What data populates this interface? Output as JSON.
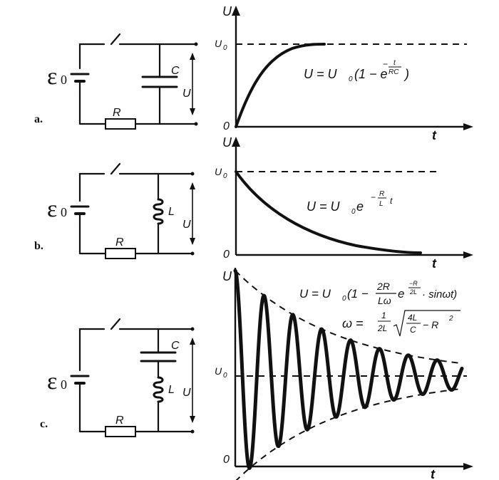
{
  "panels": [
    {
      "tag": "a.",
      "emf": "ε",
      "emf_sub": "0",
      "components": [
        "C"
      ],
      "resistor": "R",
      "voltage_label": "U",
      "graph": {
        "y_axis": "U",
        "x_axis": "t",
        "origin": "0",
        "asymptote": "U",
        "asymptote_sub": "0",
        "formula_parts": [
          "U = U",
          "0",
          " (1 − e",
          "−",
          "t",
          "RC",
          ")"
        ]
      }
    },
    {
      "tag": "b.",
      "emf": "ε",
      "emf_sub": "0",
      "components": [
        "L"
      ],
      "resistor": "R",
      "voltage_label": "U",
      "graph": {
        "y_axis": "U",
        "x_axis": "t",
        "origin": "0",
        "asymptote": "U",
        "asymptote_sub": "0",
        "formula_parts": [
          "U = U",
          "0",
          " e",
          "−",
          "R",
          "L",
          "t"
        ]
      }
    },
    {
      "tag": "c.",
      "emf": "ε",
      "emf_sub": "0",
      "components": [
        "C",
        "L"
      ],
      "resistor": "R",
      "voltage_label": "U",
      "graph": {
        "y_axis": "U",
        "x_axis": "t",
        "origin": "0",
        "asymptote": "U",
        "asymptote_sub": "0",
        "formula1_parts": [
          "U = U",
          "0",
          "(1 − ",
          "2R",
          "Lω",
          " e",
          "−R",
          "2L",
          "· sinωt)"
        ],
        "formula2_parts": [
          "ω = ",
          "1",
          "2L",
          "4L",
          "C",
          " − R",
          "2"
        ]
      }
    }
  ],
  "colors": {
    "ink": "#111111",
    "paper": "#ffffff"
  }
}
